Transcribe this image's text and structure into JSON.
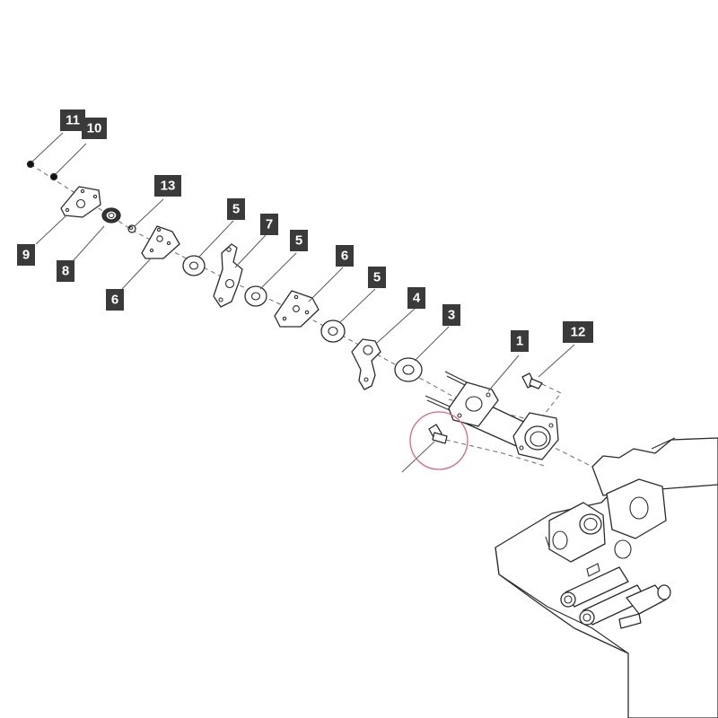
{
  "callouts": {
    "c11": "11",
    "c10": "10",
    "c13": "13",
    "c9": "9",
    "c8": "8",
    "c6a": "6",
    "c5a": "5",
    "c7": "7",
    "c5b": "5",
    "c6b": "6",
    "c5c": "5",
    "c4": "4",
    "c3": "3",
    "c1": "1",
    "c12": "12"
  },
  "colors": {
    "callout_fill": "#3a3a3a",
    "highlight_ring": "#d46a7a",
    "line": "#2b2b2b"
  }
}
